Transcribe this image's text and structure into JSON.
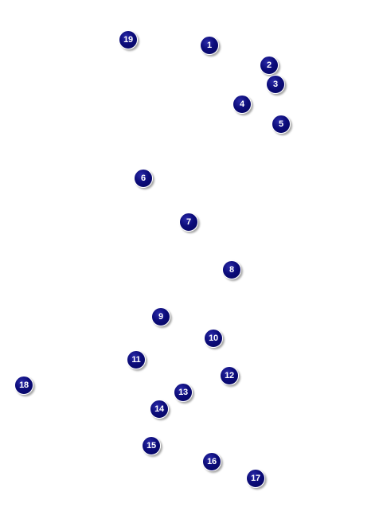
{
  "markers": [
    {
      "label": "1"
    },
    {
      "label": "2"
    },
    {
      "label": "3"
    },
    {
      "label": "4"
    },
    {
      "label": "5"
    },
    {
      "label": "6"
    },
    {
      "label": "7"
    },
    {
      "label": "8"
    },
    {
      "label": "9"
    },
    {
      "label": "10"
    },
    {
      "label": "11"
    },
    {
      "label": "12"
    },
    {
      "label": "13"
    },
    {
      "label": "14"
    },
    {
      "label": "15"
    },
    {
      "label": "16"
    },
    {
      "label": "17"
    },
    {
      "label": "18"
    },
    {
      "label": "19"
    }
  ],
  "colors": {
    "marker_fill": "#0c0c7a",
    "marker_text": "#ffffff",
    "background": "#ffffff"
  }
}
